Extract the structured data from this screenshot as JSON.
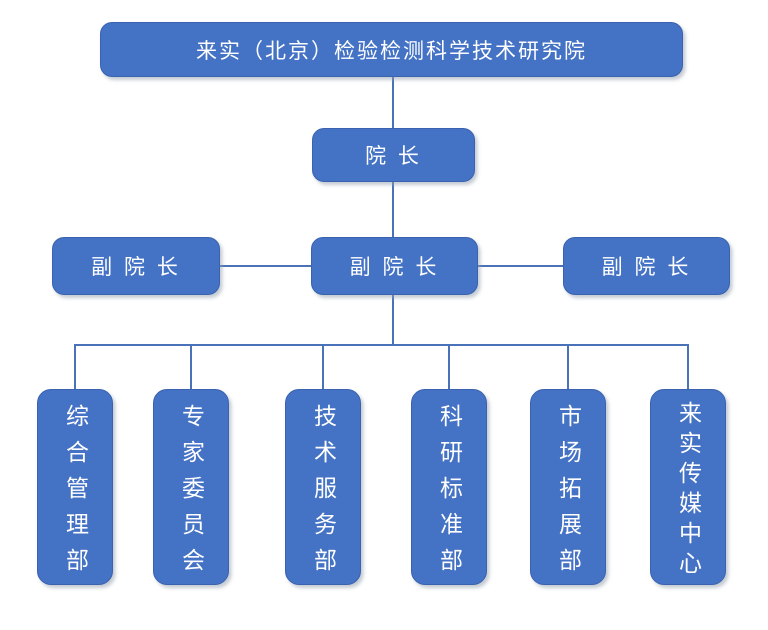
{
  "colors": {
    "node_fill": "#4472C4",
    "node_border": "#3A62AE",
    "connector": "#4A72B8",
    "node_text": "#FFFFFF",
    "background": "#FFFFFF"
  },
  "org_chart": {
    "root": {
      "label": "来实（北京）检验检测科学技术研究院"
    },
    "president": {
      "label": "院 长"
    },
    "vice_presidents": [
      {
        "label": "副 院 长"
      },
      {
        "label": "副 院 长"
      },
      {
        "label": "副 院 长"
      }
    ],
    "departments": [
      {
        "label": "综合管理部"
      },
      {
        "label": "专家委员会"
      },
      {
        "label": "技术服务部"
      },
      {
        "label": "科研标准部"
      },
      {
        "label": "市场拓展部"
      },
      {
        "label": "来实传媒中心"
      }
    ]
  }
}
